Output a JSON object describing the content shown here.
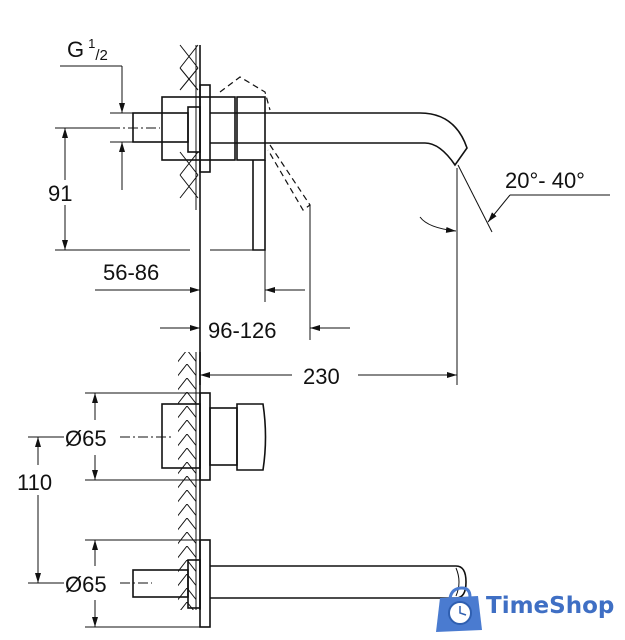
{
  "top_view": {
    "thread_label": {
      "letter": "G",
      "num": "1",
      "den": "/2"
    },
    "height_dim": "91",
    "wall_depth_dim": "56-86",
    "lever_depth_dim": "96-126",
    "spout_length_dim": "230",
    "angle_dim": "20°- 40°"
  },
  "front_view": {
    "upper_diameter_dim": "Ø65",
    "spacing_dim": "110",
    "lower_diameter_dim": "Ø65"
  },
  "watermark": {
    "text": "TimeShop",
    "color": "#3f6fc4",
    "icon": "clock-bag-icon"
  }
}
